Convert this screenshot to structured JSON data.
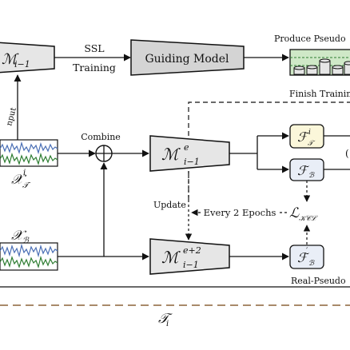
{
  "labels": {
    "model_prev": "ℳ",
    "model_prev_sub": "i−1",
    "ssl_line1": "SSL",
    "ssl_line2": "Training",
    "guiding_model": "Guiding Model",
    "produce_pseudo": "Produce Pseudo",
    "finish_training": "Finish Trainin",
    "input": "nput",
    "x_t": "𝒳",
    "x_t_sup": "i",
    "x_t_sub": "𝒯",
    "combine": "Combine",
    "model_e": "ℳ",
    "model_e_sup": "e",
    "model_e_sub": "i−1",
    "f_t": "ℱ",
    "f_t_sup": "i",
    "f_t_sub": "𝒯",
    "f_b": "ℱ",
    "f_b_sub": "ℬ",
    "partial_right": "(",
    "update": "Update",
    "every_2_epochs": "Every 2 Epochs",
    "loss": "ℒ",
    "loss_sub": "𝒦𝒞ℒ",
    "x_b": "𝒳",
    "x_b_sub": "ℬ",
    "model_e2": "ℳ",
    "model_e2_sup": "e+2",
    "model_e2_sub": "i−1",
    "f_b_prime": "ℱ",
    "f_b_prime_sub": "ℬ",
    "real_pseudo": "Real-Pseudo",
    "task": "𝒯",
    "task_sub": "i"
  },
  "colors": {
    "signal_blue": "#4a6fb5",
    "signal_green": "#2e7d32",
    "model_fill": "#e6e6e6",
    "guiding_fill": "#d4d4d4",
    "ft_fill": "#fbf7da",
    "fb_fill": "#e9eef7",
    "pseudo_fill": "#cfe8c7",
    "dashed_brown": "#9c7a55"
  }
}
